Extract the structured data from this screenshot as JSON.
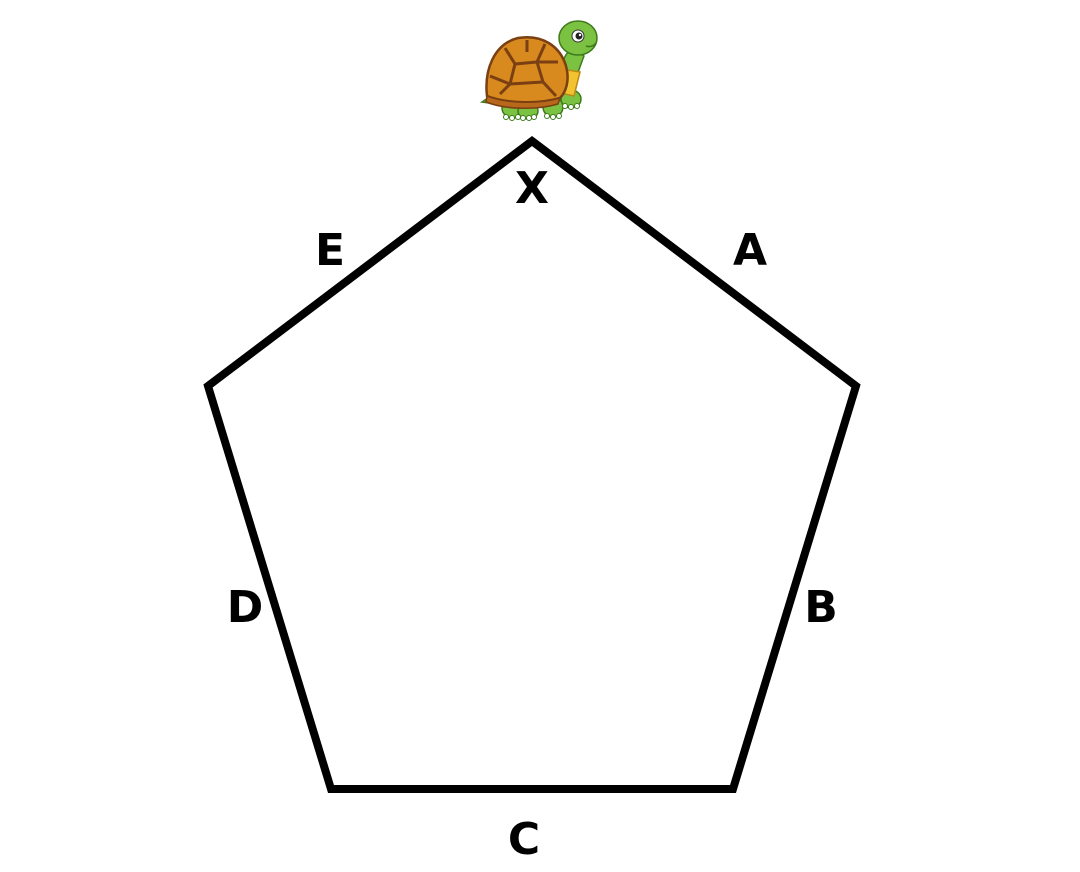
{
  "diagram": {
    "shape": "pentagon",
    "vertex_label": "X",
    "edge_labels": {
      "a": "A",
      "b": "B",
      "c": "C",
      "d": "D",
      "e": "E"
    },
    "marker": {
      "icon": "turtle-icon",
      "at_vertex": "X"
    },
    "colors": {
      "stroke": "#000000",
      "background": "#ffffff",
      "turtle_skin": "#7cc242",
      "turtle_shell": "#d98a1e",
      "turtle_shell_dark": "#7a3f12"
    }
  }
}
